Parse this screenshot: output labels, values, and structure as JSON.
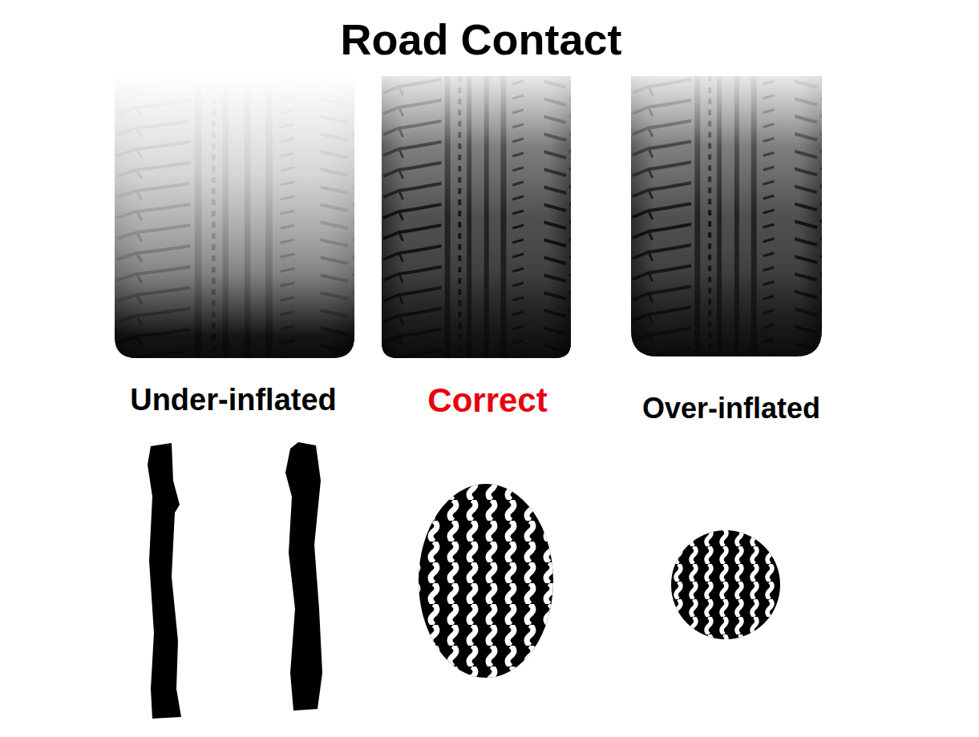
{
  "diagram": {
    "title": "Road Contact",
    "labels": [
      "Under-inflated",
      "Correct",
      "Over-inflated"
    ]
  }
}
